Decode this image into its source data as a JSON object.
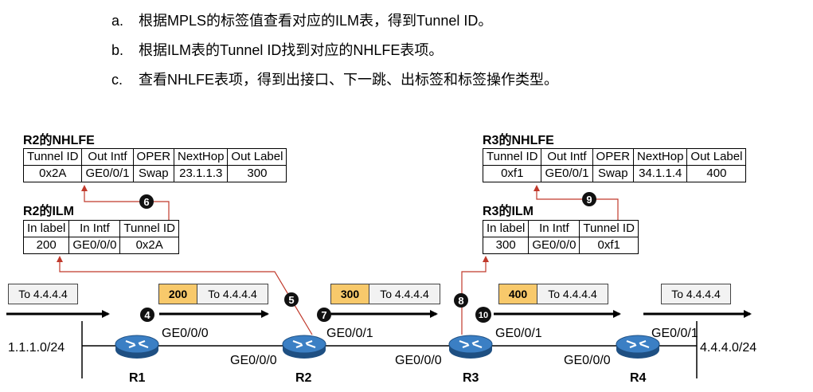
{
  "steps": [
    {
      "letter": "a.",
      "text": "根据MPLS的标签值查看对应的ILM表，得到Tunnel ID。"
    },
    {
      "letter": "b.",
      "text": "根据ILM表的Tunnel ID找到对应的NHLFE表项。"
    },
    {
      "letter": "c.",
      "text": "查看NHLFE表项，得到出接口、下一跳、出标签和标签操作类型。"
    }
  ],
  "r2": {
    "nhlfe_title": "R2的NHLFE",
    "nhlfe_headers": [
      "Tunnel ID",
      "Out Intf",
      "OPER",
      "NextHop",
      "Out Label"
    ],
    "nhlfe_row": [
      "0x2A",
      "GE0/0/1",
      "Swap",
      "23.1.1.3",
      "300"
    ],
    "ilm_title": "R2的ILM",
    "ilm_headers": [
      "In label",
      "In Intf",
      "Tunnel ID"
    ],
    "ilm_row": [
      "200",
      "GE0/0/0",
      "0x2A"
    ]
  },
  "r3": {
    "nhlfe_title": "R3的NHLFE",
    "nhlfe_headers": [
      "Tunnel ID",
      "Out Intf",
      "OPER",
      "NextHop",
      "Out Label"
    ],
    "nhlfe_row": [
      "0xf1",
      "GE0/0/1",
      "Swap",
      "34.1.1.4",
      "400"
    ],
    "ilm_title": "R3的ILM",
    "ilm_headers": [
      "In label",
      "In Intf",
      "Tunnel ID"
    ],
    "ilm_row": [
      "300",
      "GE0/0/0",
      "0xf1"
    ]
  },
  "packets": {
    "p1_dst": "To 4.4.4.4",
    "p2_label": "200",
    "p2_dst": "To 4.4.4.4",
    "p3_label": "300",
    "p3_dst": "To 4.4.4.4",
    "p4_label": "400",
    "p4_dst": "To 4.4.4.4",
    "p5_dst": "To 4.4.4.4"
  },
  "badges": {
    "b4": "4",
    "b5": "5",
    "b6": "6",
    "b7": "7",
    "b8": "8",
    "b9": "9",
    "b10": "10"
  },
  "network": {
    "left_net": "1.1.1.0/24",
    "right_net": "4.4.4.0/24",
    "routers": [
      "R1",
      "R2",
      "R3",
      "R4"
    ],
    "r1_out": "GE0/0/0",
    "r2_in": "GE0/0/0",
    "r2_out": "GE0/0/1",
    "r3_in": "GE0/0/0",
    "r3_out": "GE0/0/1",
    "r4_in": "GE0/0/0",
    "r4_out": "GE0/0/1"
  },
  "colors": {
    "label_fill": "#f8c96b",
    "router": "#2f6fae",
    "arrow_red": "#c0392b"
  },
  "icons": {
    "router": "router-icon"
  }
}
